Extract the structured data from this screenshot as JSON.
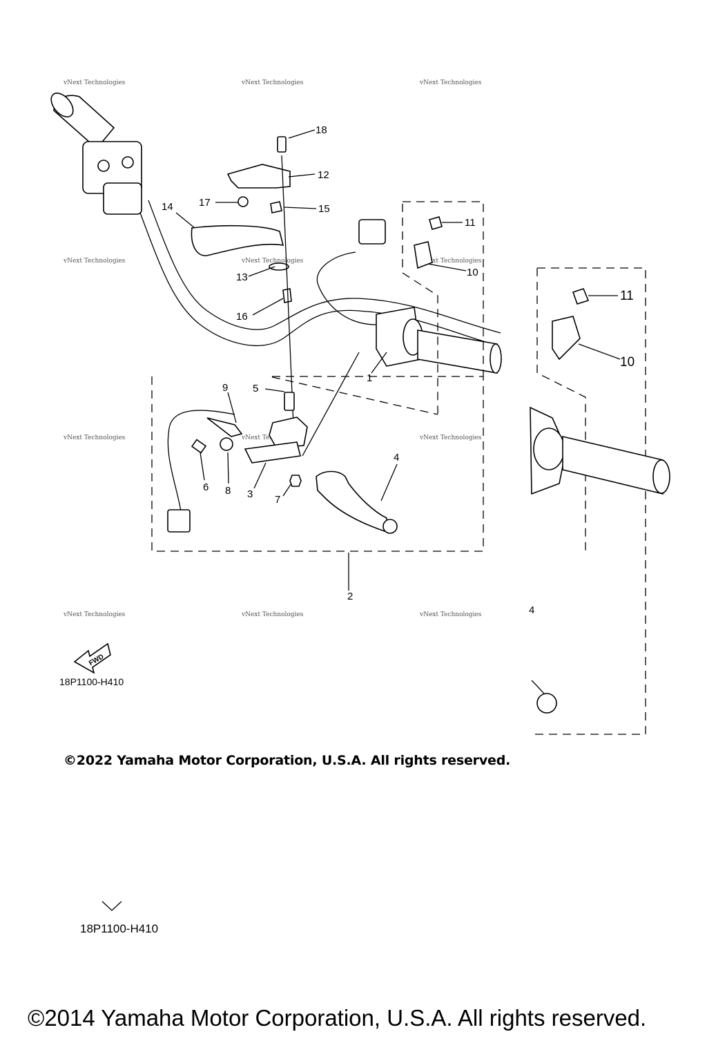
{
  "diagram": {
    "part_labels": [
      "1",
      "2",
      "3",
      "4",
      "5",
      "6",
      "7",
      "8",
      "9",
      "10",
      "11",
      "12",
      "13",
      "14",
      "15",
      "16",
      "17",
      "18"
    ],
    "inset_labels": [
      "10",
      "11"
    ],
    "inset_partial_label": "4",
    "watermark_text": "vNext Technologies",
    "fwd_label": "FWD",
    "diagram_code": "18P1100-H410",
    "diagram_code_lower": "18P1100-H410"
  },
  "copyright": {
    "line_2022": "©2022 Yamaha Motor Corporation, U.S.A. All rights reserved.",
    "line_2014": "©2014 Yamaha Motor Corporation, U.S.A. All rights reserved."
  }
}
